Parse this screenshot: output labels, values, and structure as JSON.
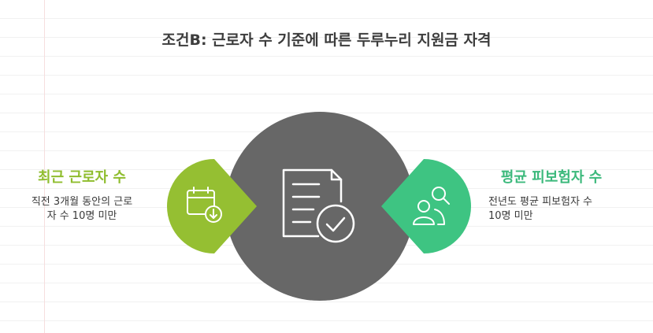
{
  "title": "조건B: 근로자 수 기준에 따른 두루누리 지원금 자격",
  "left": {
    "title": "최근 근로자 수",
    "desc_line1": "직전 3개월 동안의 근로",
    "desc_line2": "자 수 10명 미만",
    "icon": "calendar-download-icon",
    "color": "#95bf32"
  },
  "right": {
    "title": "평균 피보험자 수",
    "desc_line1": "전년도 평균 피보험자 수",
    "desc_line2": "10명 미만",
    "icon": "people-search-icon",
    "color": "#3ec482"
  },
  "center": {
    "icon": "document-check-icon",
    "color": "#676767"
  }
}
